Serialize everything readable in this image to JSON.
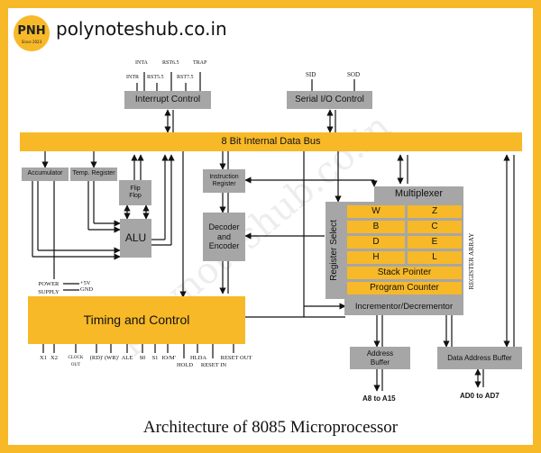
{
  "brand": {
    "logo_text": "PNH",
    "logo_subtext": "Since 2023",
    "site": "polynoteshub.co.in"
  },
  "watermark": "polynoteshub.co.in",
  "footer_title": "Architecture of 8085 Microprocessor",
  "diagram": {
    "interrupt_control": "Interrupt Control",
    "interrupt_pins": [
      "INTR",
      "INTA",
      "RST5.5",
      "RST6.5",
      "RST7.5",
      "TRAP"
    ],
    "serial_io": "Serial I/O Control",
    "serial_pins": [
      "SID",
      "SOD"
    ],
    "data_bus": "8 Bit Internal Data Bus",
    "accumulator": "Accumulator",
    "temp_register": "Temp. Register",
    "flip_flop": "Flip Flop",
    "alu": "ALU",
    "instruction_register": "Instruction Register",
    "decoder": "Decoder and Encoder",
    "multiplexer": "Multiplexer",
    "register_select": "Register Select",
    "register_array": "REGISTER ARRAY",
    "registers": [
      "W",
      "Z",
      "B",
      "C",
      "D",
      "E",
      "H",
      "L"
    ],
    "stack_pointer": "Stack Pointer",
    "program_counter": "Program Counter",
    "incrementor": "Incrementor/Decrementor",
    "power_supply": "POWER SUPPLY",
    "plus5v": "+5V",
    "gnd": "GND",
    "timing_control": "Timing and Control",
    "control_pins": [
      "X1",
      "X2",
      "CLOCK OUT",
      "(RD)'",
      "(WR)'",
      "ALE",
      "S0",
      "S1",
      "IO/M'",
      "HOLD",
      "HLDA",
      "RESET IN",
      "RESET OUT"
    ],
    "address_buffer": "Address Buffer",
    "data_address_buffer": "Data Address Buffer",
    "address_lines": "A8 to A15",
    "data_lines": "AD0 to AD7"
  },
  "colors": {
    "accent": "#f7b928",
    "block_gray": "#a6a6a6",
    "text": "#111111"
  }
}
